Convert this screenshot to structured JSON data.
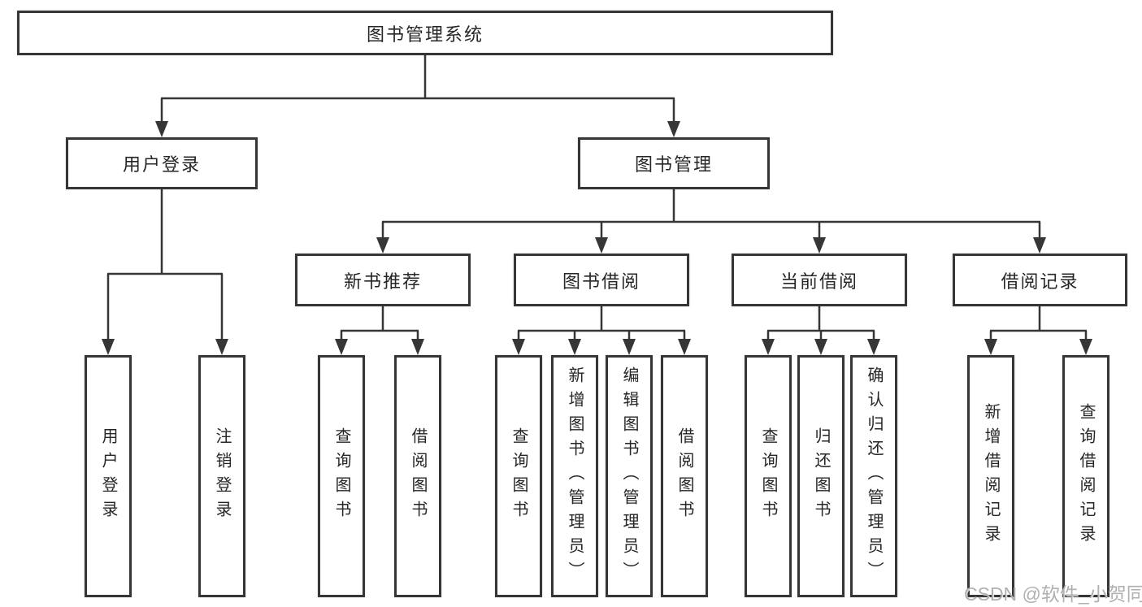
{
  "tree": {
    "label": "图书管理系统",
    "children": [
      {
        "label": "用户登录",
        "children": [
          {
            "label": "用户登录"
          },
          {
            "label": "注销登录"
          }
        ]
      },
      {
        "label": "图书管理",
        "children": [
          {
            "label": "新书推荐",
            "children": [
              {
                "label": "查询图书"
              },
              {
                "label": "借阅图书"
              }
            ]
          },
          {
            "label": "图书借阅",
            "children": [
              {
                "label": "查询图书"
              },
              {
                "label": "新增图书（管理员）"
              },
              {
                "label": "编辑图书（管理员）"
              },
              {
                "label": "借阅图书"
              }
            ]
          },
          {
            "label": "当前借阅",
            "children": [
              {
                "label": "查询图书"
              },
              {
                "label": "归还图书"
              },
              {
                "label": "确认归还（管理员）"
              }
            ]
          },
          {
            "label": "借阅记录",
            "children": [
              {
                "label": "新增借阅记录"
              },
              {
                "label": "查询借阅记录"
              }
            ]
          }
        ]
      }
    ]
  },
  "watermark": {
    "text": "CSDN @软件_小贺同学"
  },
  "colors": {
    "line": "#363636",
    "box_border": "#363636",
    "box_background": "#ffffff",
    "text": "#262626",
    "watermark": "#b0b0b0"
  }
}
